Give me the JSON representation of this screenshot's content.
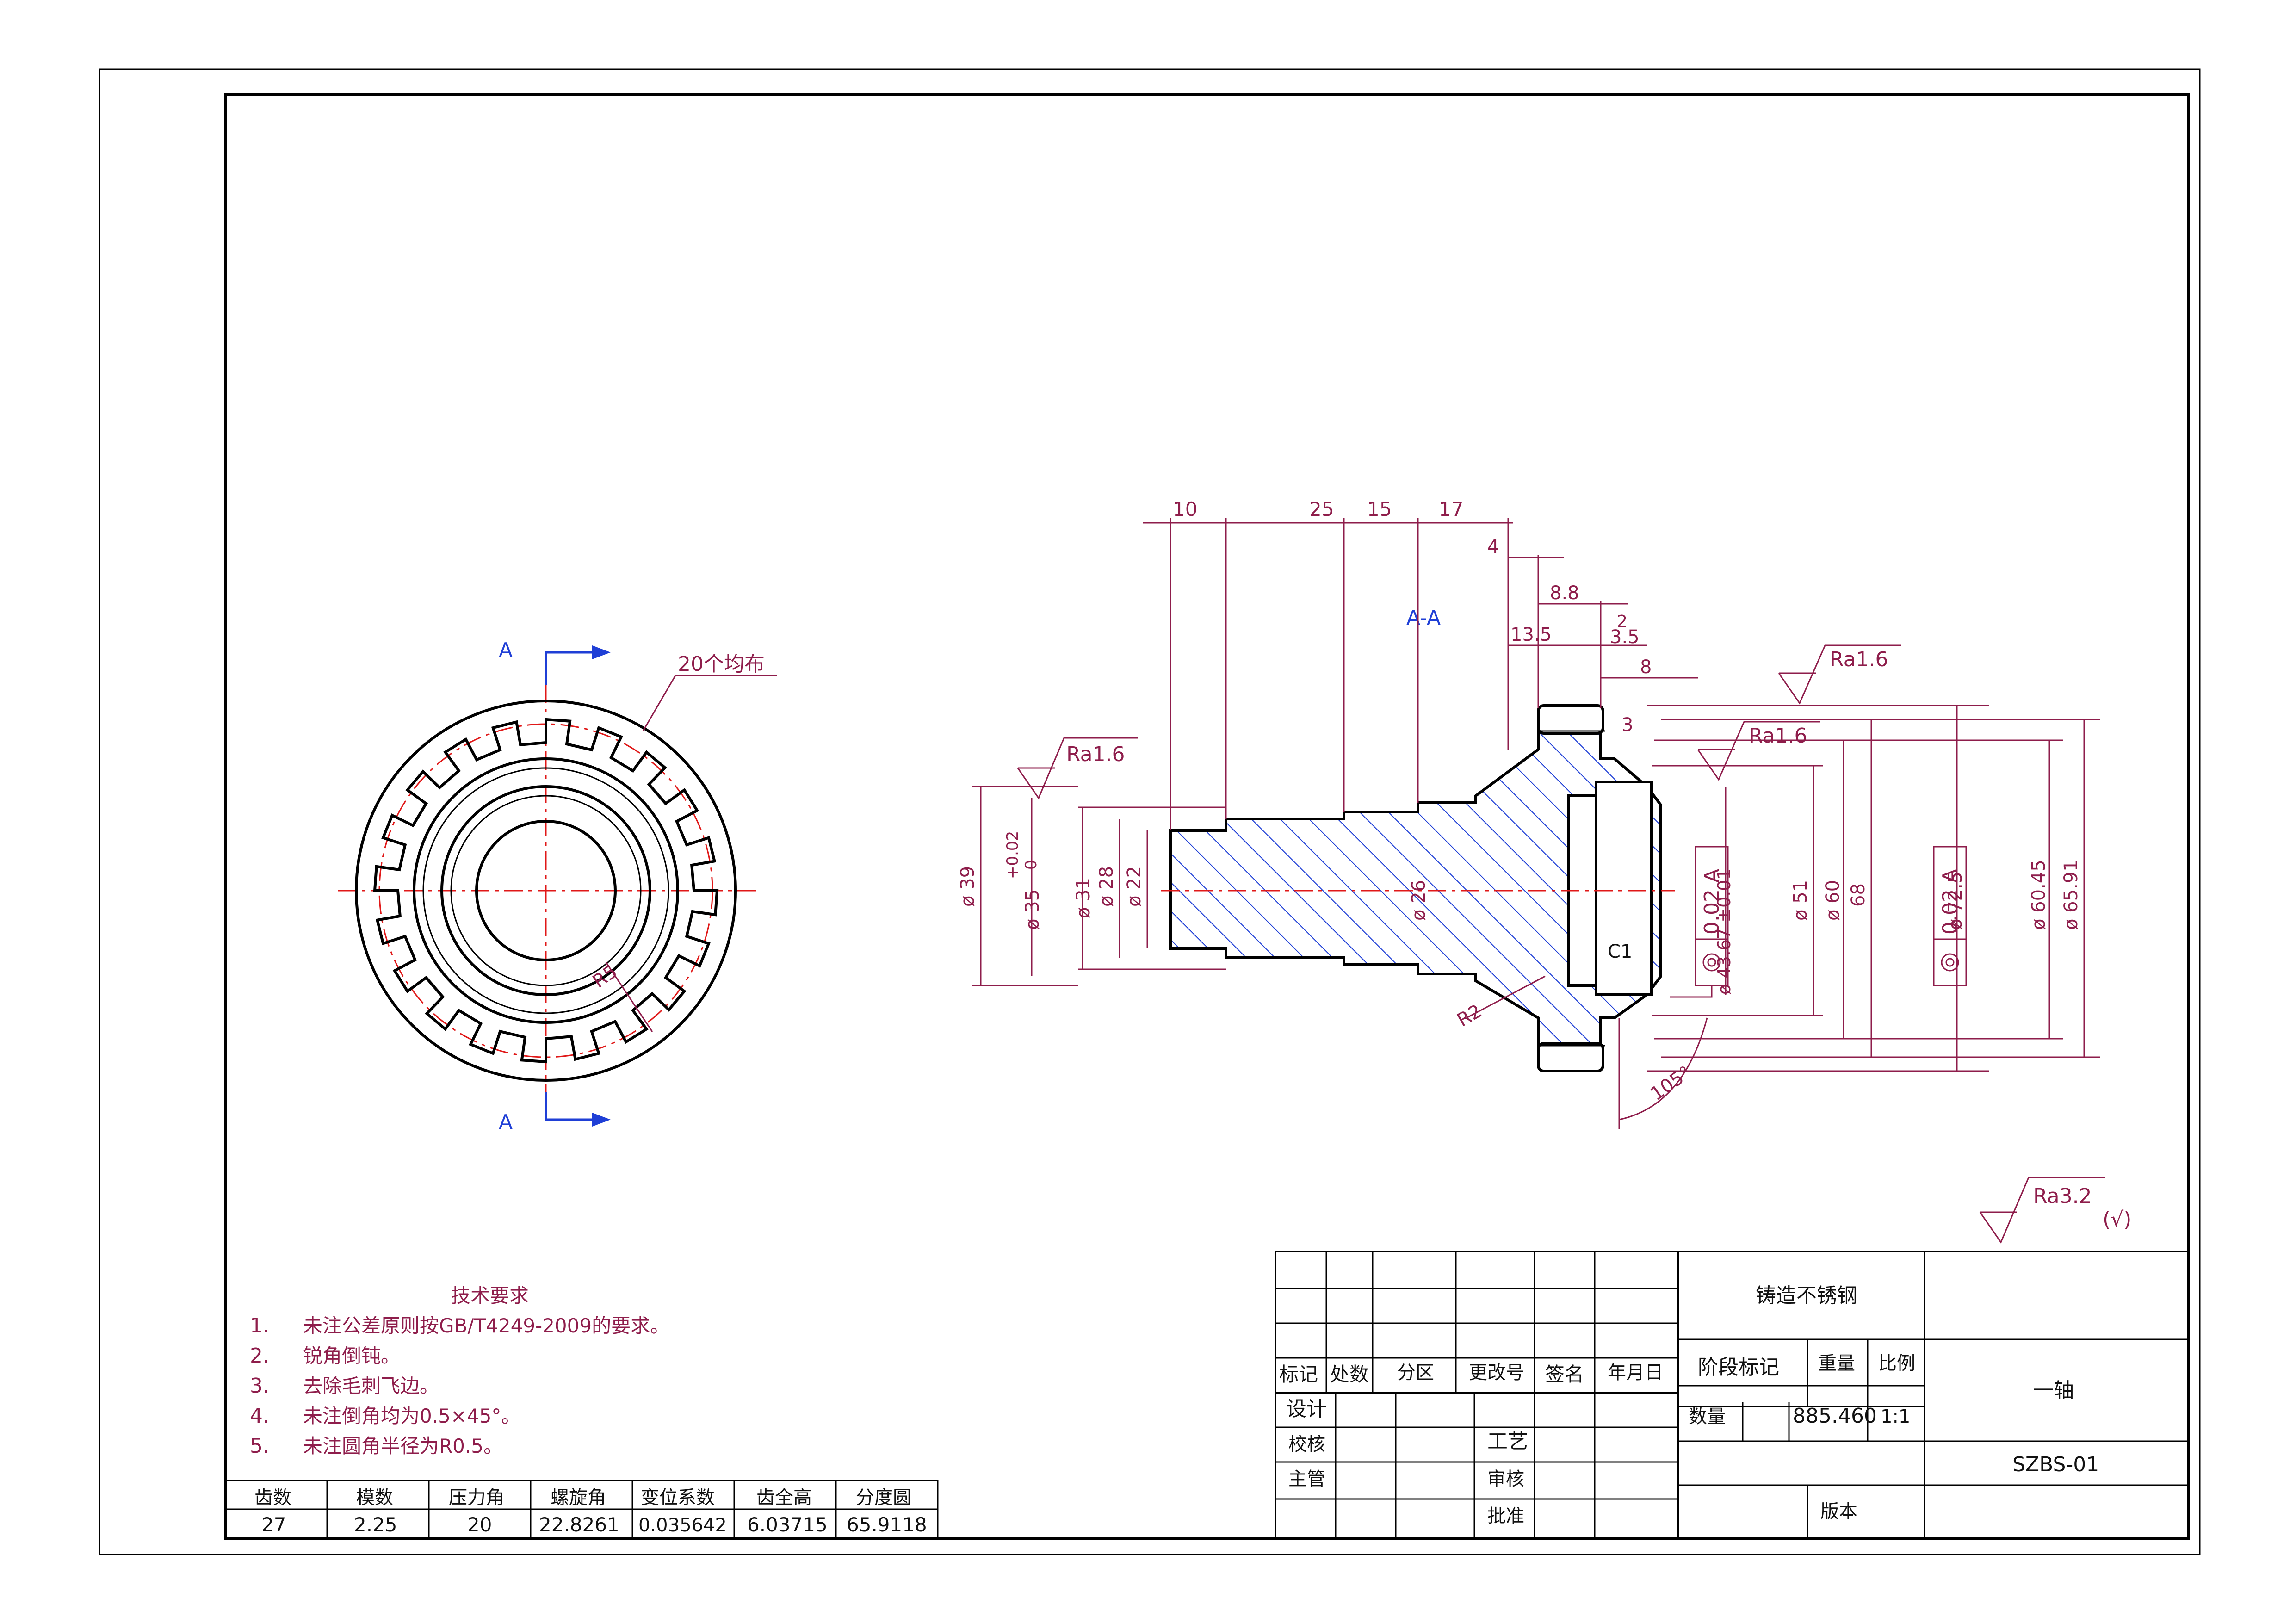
{
  "colors": {
    "dimension": "#8e1d4b",
    "section_hatch": "#1f3fd6",
    "centerline": "#e01818",
    "outline": "#000000"
  },
  "section_view": {
    "label_top": "A",
    "label_bottom": "A",
    "callout": "20个均布",
    "radius_label": "R5"
  },
  "side_view": {
    "section_label": "A-A",
    "top_dims": [
      "10",
      "25",
      "15",
      "17"
    ],
    "small_dims": [
      "4",
      "8.8",
      "13.5",
      "3.5",
      "2",
      "8",
      "3"
    ],
    "left_diameters": [
      "ø 39",
      "+0.02",
      "0",
      "ø 35",
      "ø 31",
      "ø 28",
      "ø 22",
      "ø 26"
    ],
    "right_diameters": [
      "ø 43.67 ±0.01",
      "ø 51",
      "ø 60",
      "68",
      "ø 72.5",
      "ø 60.45",
      "ø 65.91"
    ],
    "tolerance_frames": [
      "0.02 A",
      "0.02 A"
    ],
    "misc": [
      "C1",
      "R2",
      "105°"
    ],
    "roughness": [
      "Ra1.6",
      "Ra1.6",
      "Ra1.6",
      "Ra3.2",
      "(√)"
    ]
  },
  "tech_requirements": {
    "title": "技术要求",
    "items": [
      {
        "num": "1.",
        "text": "未注公差原则按GB/T4249-2009的要求。"
      },
      {
        "num": "2.",
        "text": "锐角倒钝。"
      },
      {
        "num": "3.",
        "text": "去除毛刺飞边。"
      },
      {
        "num": "4.",
        "text": "未注倒角均为0.5×45°。"
      },
      {
        "num": "5.",
        "text": "未注圆角半径为R0.5。"
      }
    ]
  },
  "gear_table": {
    "headers": [
      "齿数",
      "模数",
      "压力角",
      "螺旋角",
      "变位系数",
      "齿全高",
      "分度圆"
    ],
    "values": [
      "27",
      "2.25",
      "20",
      "22.8261",
      "0.035642",
      "6.03715",
      "65.9118"
    ]
  },
  "title_block": {
    "material": "铸造不锈钢",
    "rev_headers": [
      "标记",
      "处数",
      "分区",
      "更改号",
      "签名",
      "年月日"
    ],
    "roles_left": [
      "设计",
      "校核",
      "主管"
    ],
    "roles_right": [
      "工艺",
      "审核",
      "批准"
    ],
    "stage_mark": "阶段标记",
    "weight_label": "重量",
    "scale_label": "比例",
    "quantity_label": "数量",
    "weight_value": "885.460",
    "scale_value": "1:1",
    "version_label": "版本",
    "part_name": "一轴",
    "drawing_number": "SZBS-01"
  }
}
